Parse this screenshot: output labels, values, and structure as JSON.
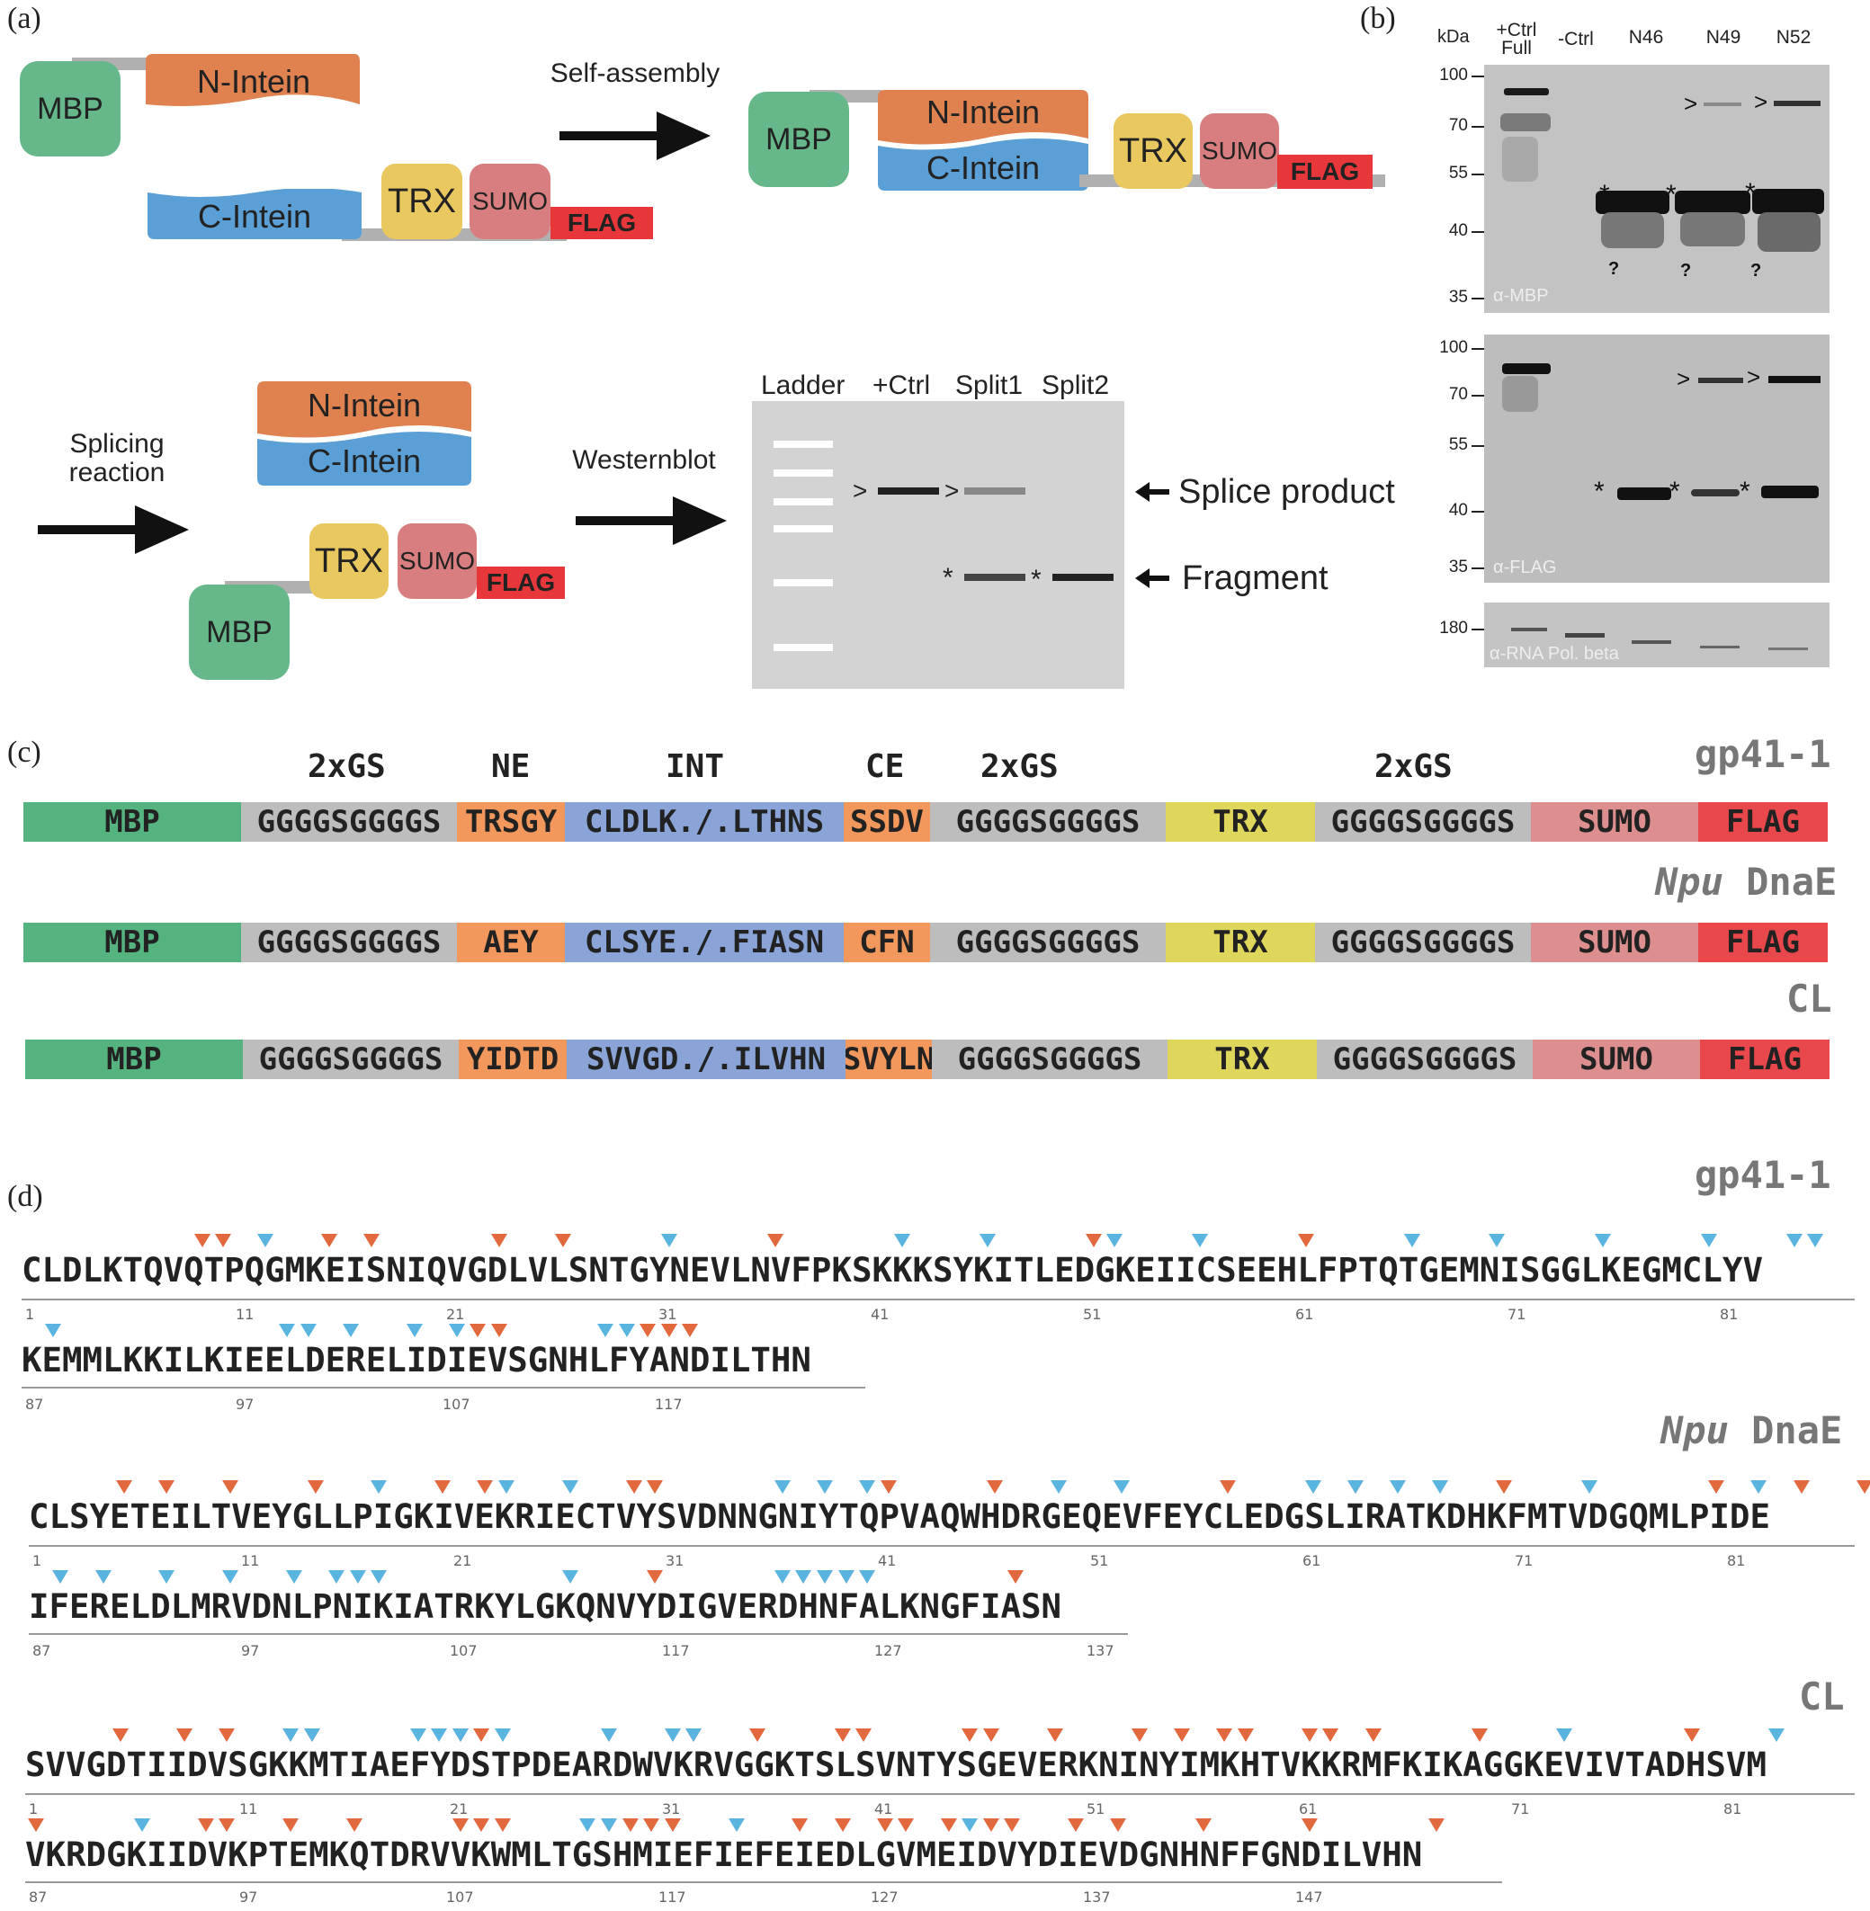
{
  "panels": {
    "a": "(a)",
    "b": "(b)",
    "c": "(c)",
    "d": "(d)"
  },
  "a": {
    "mbp": "MBP",
    "n_intein": "N-Intein",
    "c_intein": "C-Intein",
    "trx": "TRX",
    "sumo": "SUMO",
    "flag": "FLAG",
    "self_assembly": "Self-assembly",
    "splicing_line1": "Splicing",
    "splicing_line2": "reaction",
    "westernblot": "Westernblot",
    "gel_lanes": [
      "Ladder",
      "+Ctrl",
      "Split1",
      "Split2"
    ],
    "splice_product": "Splice product",
    "fragment": "Fragment",
    "gt": ">",
    "star": "*"
  },
  "b": {
    "kda": "kDa",
    "lanes": [
      {
        "l1": "+Ctrl",
        "l2": "Full"
      },
      {
        "l1": "-Ctrl",
        "l2": ""
      },
      {
        "l1": "N46",
        "l2": ""
      },
      {
        "l1": "N49",
        "l2": ""
      },
      {
        "l1": "N52",
        "l2": ""
      }
    ],
    "mbp_ticks": [
      "100",
      "70",
      "55",
      "40",
      "35"
    ],
    "flag_ticks": [
      "100",
      "70",
      "55",
      "40",
      "35"
    ],
    "pol_ticks": [
      "180"
    ],
    "mbp_label": "α-MBP",
    "flag_label": "α-FLAG",
    "pol_label": "α-RNA Pol. beta",
    "q": "?"
  },
  "c": {
    "headers": [
      "2xGS",
      "NE",
      "INT",
      "CE",
      "2xGS",
      "2xGS"
    ],
    "names": {
      "gp41": "gp41-1",
      "npu_italic": "Npu",
      "npu_rest": " DnaE",
      "cl": "CL"
    },
    "rows": [
      [
        "MBP",
        "GGGGSGGGGS",
        "TRSGY",
        "CLDLK./.LTHNS",
        "SSDV",
        "GGGGSGGGGS",
        "TRX",
        "GGGGSGGGGS",
        "SUMO",
        "FLAG"
      ],
      [
        "MBP",
        "GGGGSGGGGS",
        "AEY",
        "CLSYE./.FIASN",
        "CFN",
        "GGGGSGGGGS",
        "TRX",
        "GGGGSGGGGS",
        "SUMO",
        "FLAG"
      ],
      [
        "MBP",
        "GGGGSGGGGS",
        "YIDTD",
        "SVVGD./.ILVHN",
        "SVYLN",
        "GGGGSGGGGS",
        "TRX",
        "GGGGSGGGGS",
        "SUMO",
        "FLAG"
      ]
    ]
  },
  "d": {
    "names": {
      "gp41": "gp41-1",
      "npu_italic": "Npu",
      "npu_rest": " DnaE",
      "cl": "CL"
    },
    "gp41_line1": "CLDLKTQVQTPQGMKEISNIQVGDLVLSNTGYNEVLNVFPKSKKKSYKITLEDGKEIICSEEHLFPTQTGEMNISGGLKEGMCLYV",
    "gp41_line2": "KEMMLKKILKIEELDERELIDIEVSGNHLFYANDILTHN",
    "npu_line1": "CLSYETEILTVEYGLLPIGKIVEKRIECTVYSVDNNGNIYTQPVAQWHDRGEQEVFEYCLEDGSLIRATKDHKFMTVDGQMLPIDE",
    "npu_line2": "IFERELDLMRVDNLPNIKIATRKYLGKQNVYDIGVERDHNFALKNGFIASN",
    "cl_line1": "SVVGDTIIDVSGKKMTIAEFYDSTPDEARDWVKRVGGKTSLSVNTYSGEVERKNINYIMKHTVKKRMFKIKAGGKEVIVTADHSVM",
    "cl_line2": "VKRDGKIIDVKPTEMKQTDRVVKWMLTGSHMIEFIEFEIEDLGVMEIDVYDIEVDGNHNFFGNDILVHN",
    "ticks_row1": [
      "1",
      "11",
      "21",
      "31",
      "41",
      "51",
      "61",
      "71",
      "81"
    ],
    "gp41_ticks2": [
      "87",
      "97",
      "107",
      "117"
    ],
    "npu_ticks2": [
      "87",
      "97",
      "107",
      "117",
      "127",
      "137"
    ],
    "cl_ticks2": [
      "87",
      "97",
      "107",
      "117",
      "127",
      "137",
      "147"
    ],
    "colors": {
      "orange_marker": "#e2683e",
      "blue_marker": "#5ab4e0"
    }
  }
}
